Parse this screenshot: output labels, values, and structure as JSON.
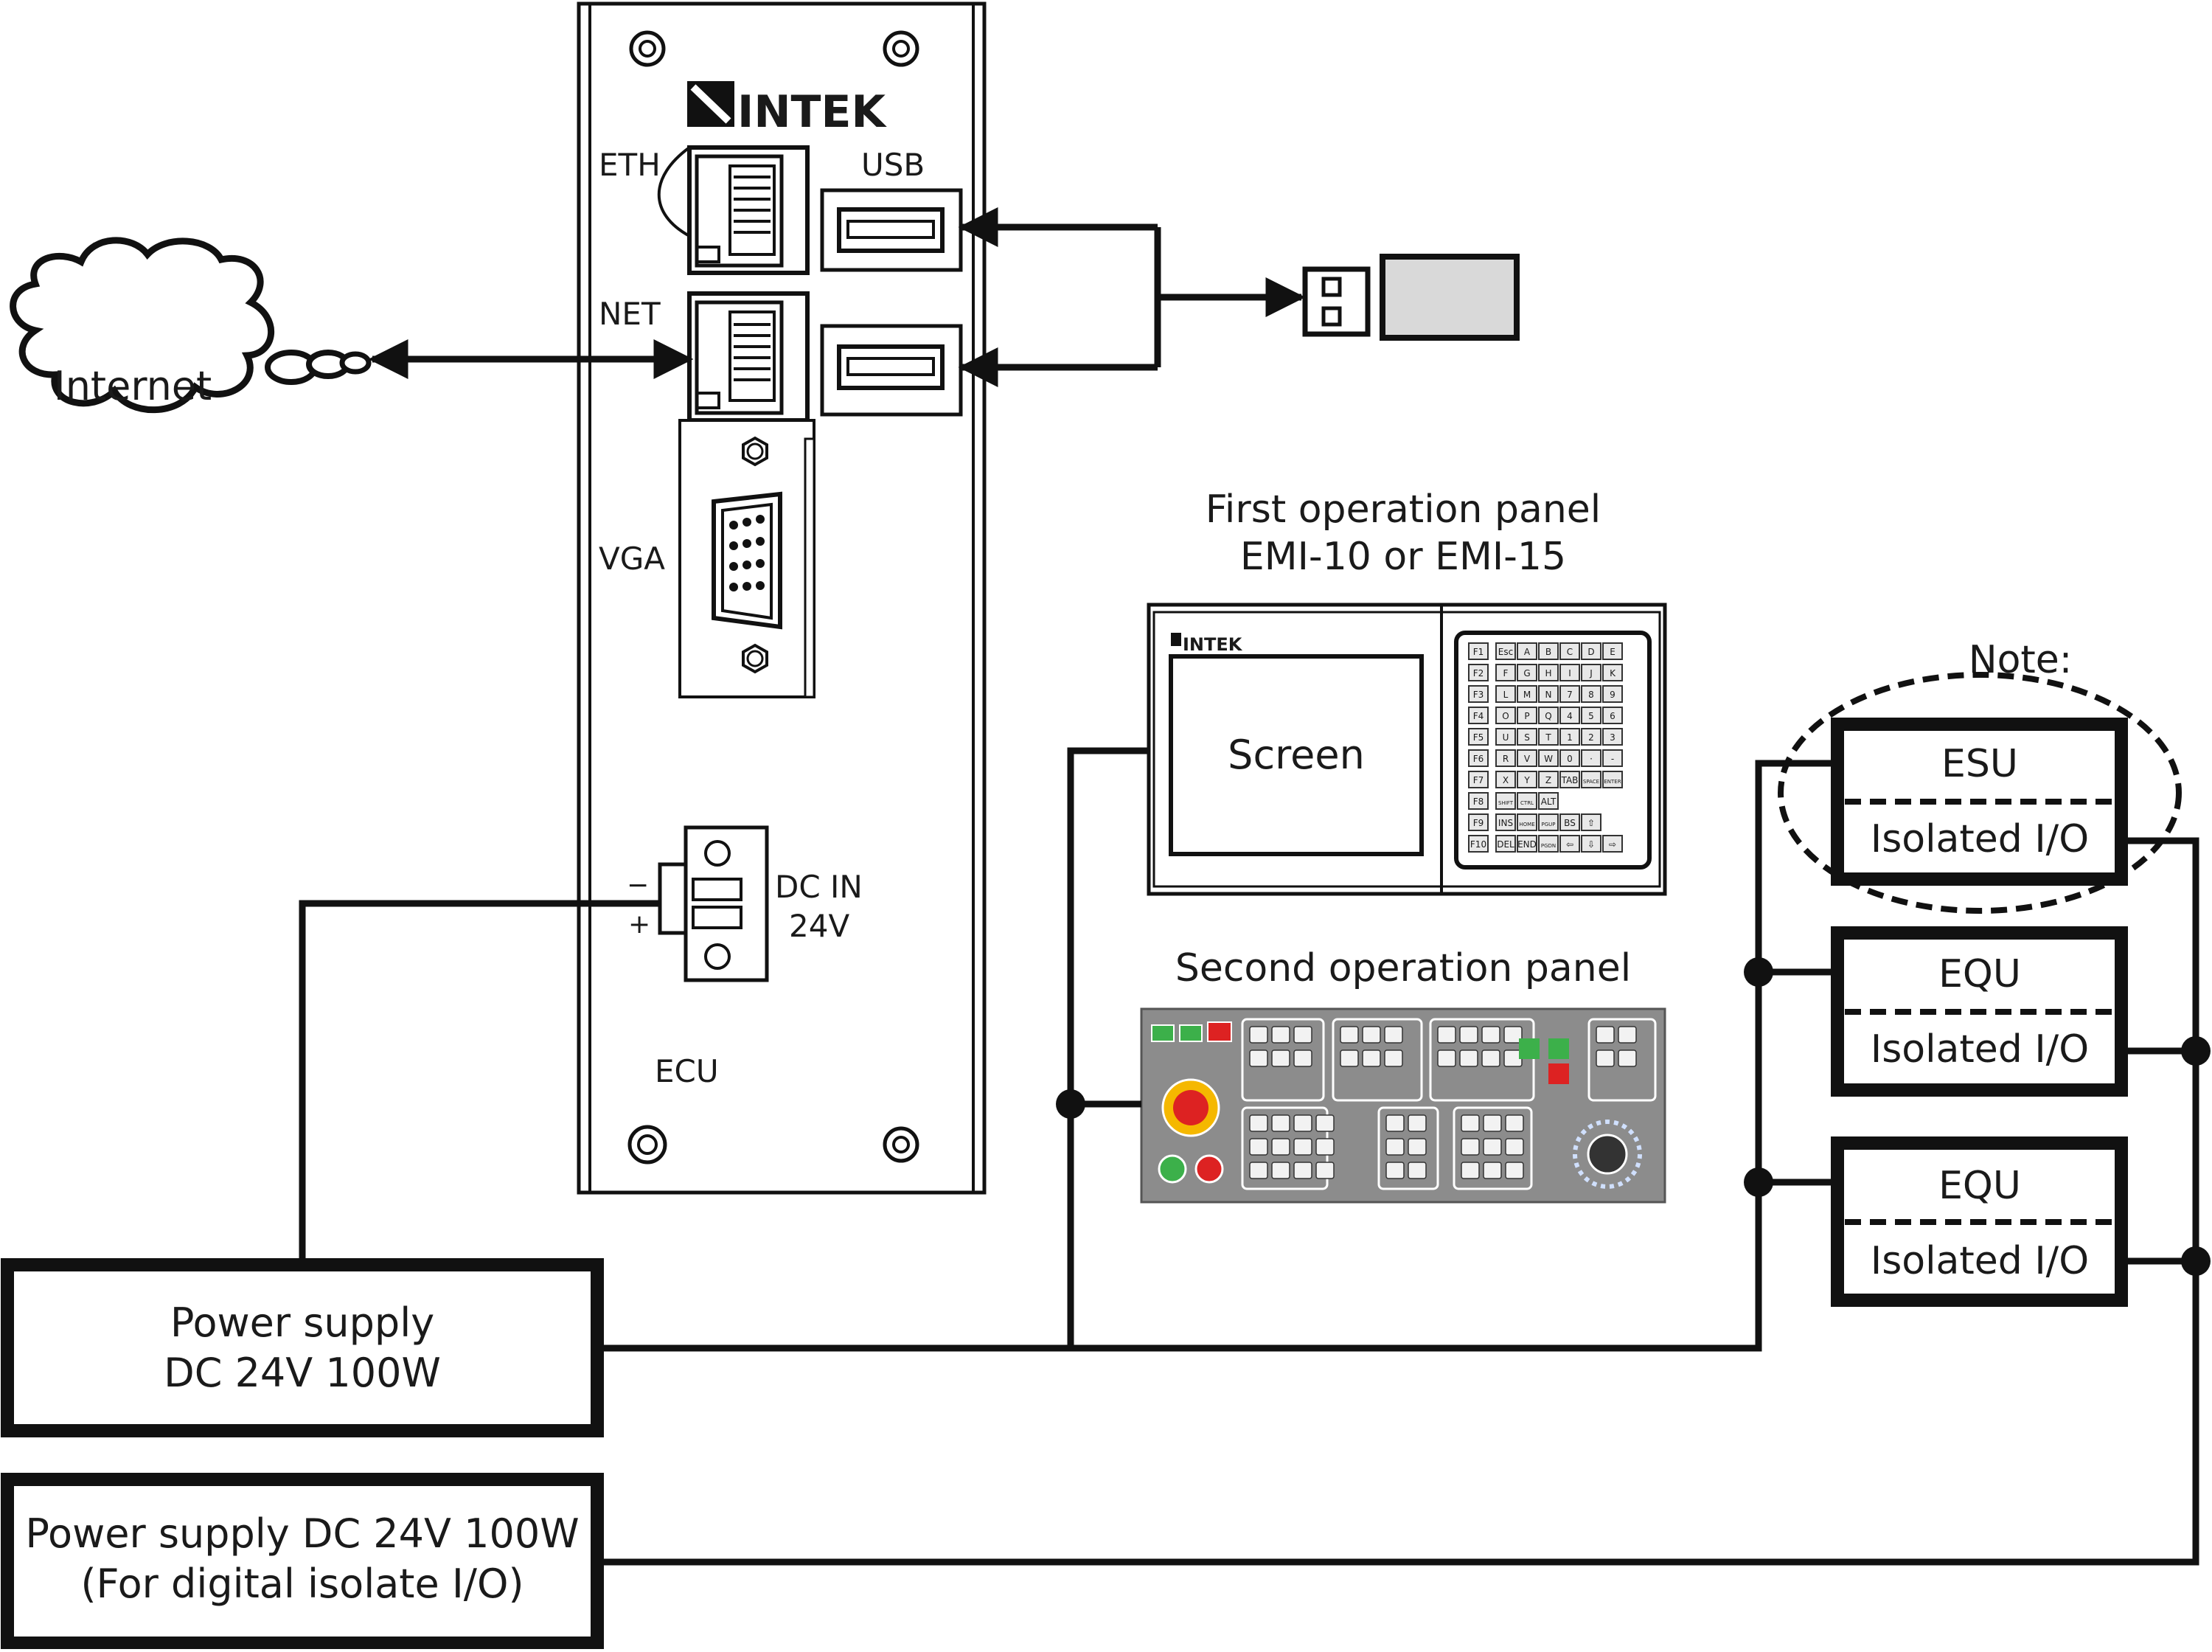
{
  "ecu": {
    "brand": "INTEK",
    "eth_label": "ETH",
    "usb_label": "USB",
    "net_label": "NET",
    "vga_label": "VGA",
    "dc_in_label": "DC IN",
    "dc_voltage_label": "24V",
    "minus_label": "−",
    "plus_label": "+",
    "name": "ECU"
  },
  "internet": {
    "label": "Internet"
  },
  "first_panel": {
    "title_line1": "First operation panel",
    "title_line2": "EMI-10 or EMI-15",
    "brand": "INTEK",
    "screen_label": "Screen",
    "keypad_rows": [
      [
        "F1",
        "Esc",
        "A",
        "B",
        "C",
        "D",
        "E"
      ],
      [
        "F2",
        "F",
        "G",
        "H",
        "I",
        "J",
        "K"
      ],
      [
        "F3",
        "L",
        "M",
        "N",
        "7",
        "8",
        "9"
      ],
      [
        "F4",
        "O",
        "P",
        "Q",
        "4",
        "5",
        "6"
      ],
      [
        "F5",
        "U",
        "S",
        "T",
        "1",
        "2",
        "3"
      ],
      [
        "F6",
        "R",
        "V",
        "W",
        "0",
        "·",
        "-"
      ],
      [
        "F7",
        "X",
        "Y",
        "Z",
        "TAB",
        "SPACE",
        "ENTER"
      ],
      [
        "F8",
        "SHIFT",
        "CTRL",
        "ALT",
        "",
        "",
        ""
      ],
      [
        "F9",
        "INS",
        "HOME",
        "PGUP",
        "BS",
        "⇧",
        ""
      ],
      [
        "F10",
        "DEL",
        "END",
        "PGDN",
        "⇦",
        "⇩",
        "⇨"
      ]
    ]
  },
  "second_panel": {
    "title": "Second operation panel"
  },
  "note": {
    "label": "Note:"
  },
  "modules": [
    {
      "top": "ESU",
      "bottom": "Isolated I/O"
    },
    {
      "top": "EQU",
      "bottom": "Isolated I/O"
    },
    {
      "top": "EQU",
      "bottom": "Isolated I/O"
    }
  ],
  "power_supply_1": {
    "line1": "Power supply",
    "line2": "DC 24V 100W"
  },
  "power_supply_2": {
    "line1": "Power supply DC 24V 100W",
    "line2": "(For digital isolate I/O)"
  }
}
